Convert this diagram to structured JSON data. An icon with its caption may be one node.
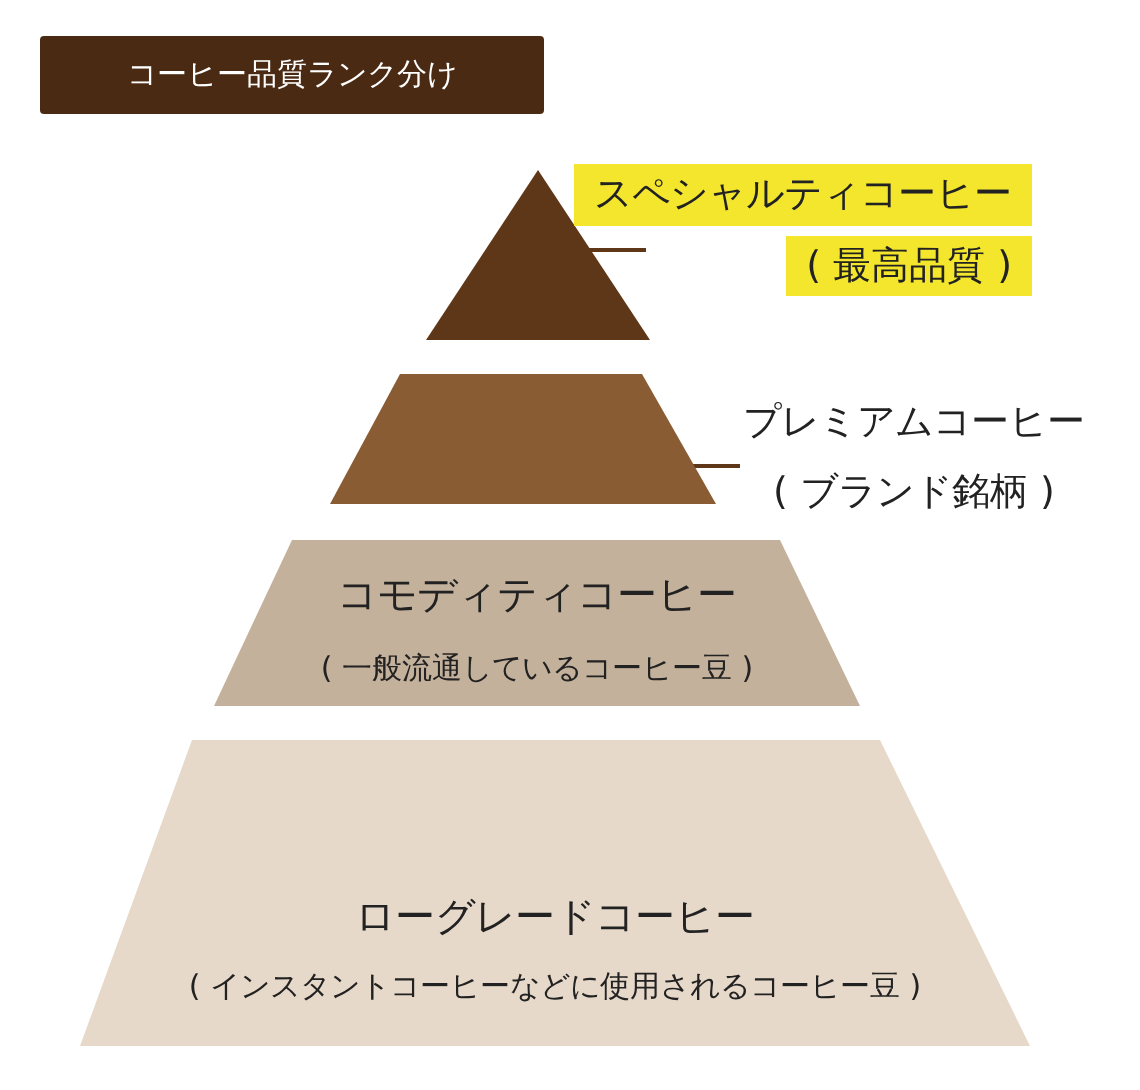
{
  "diagram": {
    "title": "コーヒー品質ランク分け",
    "nodes": [
      {
        "text": [],
        "shape": "triangle"
      },
      {
        "text": [
          "スペシャルティコーヒー",
          "( 最高品質 )"
        ]
      },
      {
        "text": [],
        "shape": "trapezoid"
      },
      {
        "text": [
          "プレミアムコーヒー",
          "( ブランド銘柄 )"
        ]
      },
      {
        "text": [
          "コモディティコーヒー",
          "( 一般流通しているコーヒー豆 )"
        ]
      },
      {
        "text": [
          "ローグレードコーヒー",
          "( インスタントコーヒーなどに使用されるコーヒー豆 )"
        ]
      }
    ],
    "edges": [
      {
        "from": 1,
        "to": 0,
        "arrow": "none"
      },
      {
        "from": 3,
        "to": 2,
        "arrow": "none"
      }
    ]
  }
}
